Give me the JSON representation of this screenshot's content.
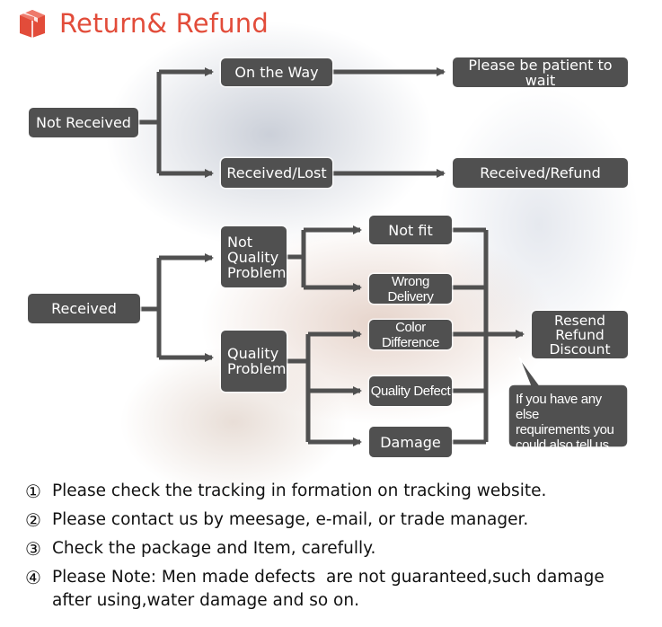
{
  "header": {
    "title": "Return& Refund",
    "icon": "package-box-icon",
    "accent_color": "#e24c3a"
  },
  "flow": {
    "not_received": "Not Received",
    "on_the_way": "On the Way",
    "please_wait": "Please be patient to wait",
    "received_lost": "Received/Lost",
    "received_refund": "Received/Refund",
    "received": "Received",
    "not_quality_problem": "Not\nQuality\nProblem",
    "quality_problem": "Quality\nProblem",
    "not_fit": "Not fit",
    "wrong_delivery": "Wrong Delivery",
    "color_difference": "Color Difference",
    "quality_defect": "Quality Defect",
    "damage": "Damage",
    "resend_refund_discount": "Resend\nRefund\nDiscount",
    "callout_text": "If you have any else\nrequirements you\ncould also tell us",
    "box_color": "#505050"
  },
  "notes": [
    {
      "num": "①",
      "text": "Please check the tracking in formation on tracking website."
    },
    {
      "num": "②",
      "text": "Please contact us by meesage, e-mail, or trade manager."
    },
    {
      "num": "③",
      "text": "Check the package and Item, carefully."
    },
    {
      "num": "④",
      "text": "Please Note: Men made defects  are not guaranteed,such damage\nafter using,water damage and so on."
    }
  ]
}
